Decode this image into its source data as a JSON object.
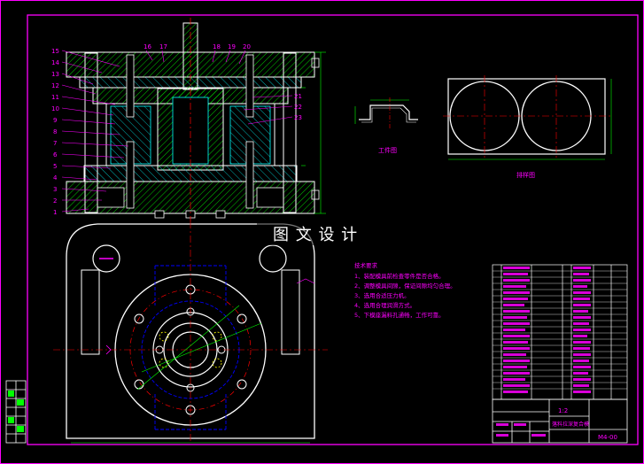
{
  "colors": {
    "background": "#000000",
    "frame": "#ff00ff",
    "outline": "#ffffff",
    "section": "#00ffff",
    "hatch": "#00ff00",
    "center": "#ff0000",
    "hidden": "#0000ff",
    "dim": "#00ff00",
    "leader": "#ff00ff",
    "text_yellow": "#ffff00"
  },
  "part_numbers_left": [
    "15",
    "14",
    "13",
    "12",
    "11",
    "10",
    "9",
    "8",
    "7",
    "6",
    "5",
    "4",
    "3",
    "2",
    "1"
  ],
  "part_numbers_top": [
    "16",
    "17",
    "18",
    "19",
    "20"
  ],
  "part_numbers_right": [
    "21",
    "22",
    "23"
  ],
  "views": {
    "workpiece_label": "工件图",
    "layout_label": "排样图"
  },
  "watermark": "图 文 设 计",
  "tech_requirements": {
    "title": "技术要求",
    "items": [
      "1、装配模具前检查零件是否合格。",
      "2、调整模具间隙，保证间隙均匀合理。",
      "3、选用合适压力机。",
      "4、选用合理润滑方式。",
      "5、下模座漏料孔通畅，工作可靠。"
    ]
  },
  "title_block": {
    "scale": "1:2",
    "drawing_no": "M4-00",
    "drawing_name": "落料拉深复合模"
  }
}
